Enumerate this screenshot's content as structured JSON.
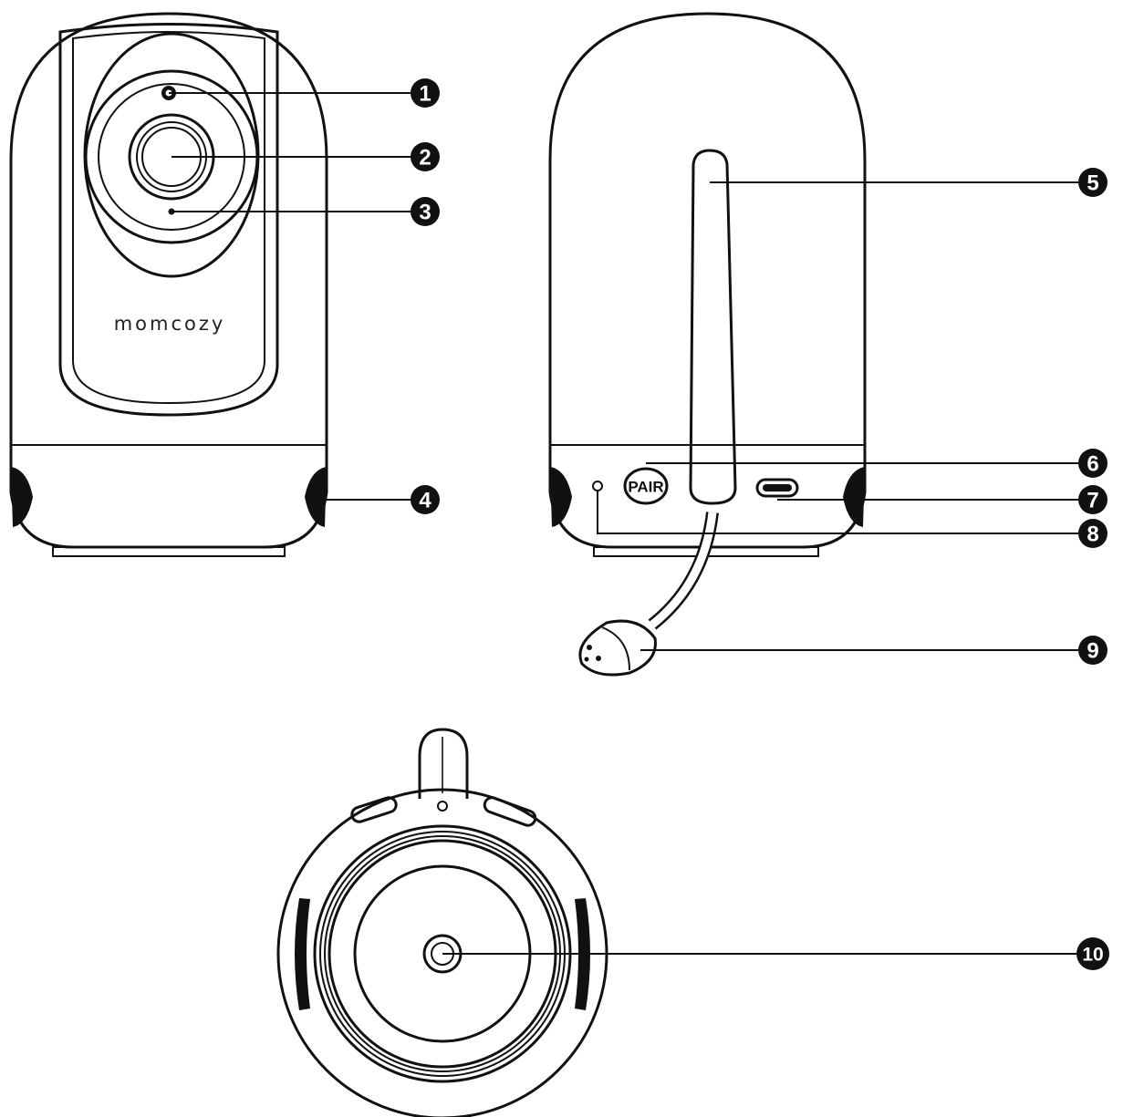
{
  "brand": "momcozy",
  "pair_label": "PAIR",
  "callouts": [
    "1",
    "2",
    "3",
    "4",
    "5",
    "6",
    "7",
    "8",
    "9",
    "10"
  ],
  "colors": {
    "line": "#111111",
    "background": "#ffffff",
    "badge": "#111111",
    "badge_text": "#ffffff"
  }
}
